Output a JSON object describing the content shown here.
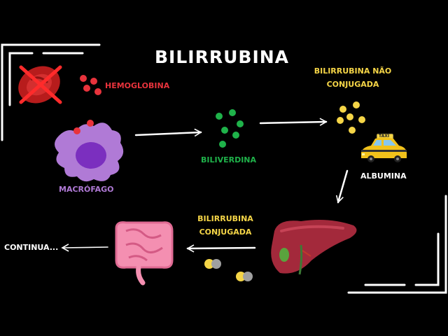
{
  "title": "BILIRRUBINA",
  "labels": {
    "hemoglobina": "HEMOGLOBINA",
    "macrofago": "MACRÓFAGO",
    "biliverdina": "BILIVERDINA",
    "bilirrubina_nao_conjugada_1": "BILIRRUBINA NÃO",
    "bilirrubina_nao_conjugada_2": "CONJUGADA",
    "albumina": "ALBUMINA",
    "bilirrubina_conjugada_1": "BILIRRUBINA",
    "bilirrubina_conjugada_2": "CONJUGADA",
    "continua": "CONTINUA...",
    "taxi_sign": "TAXI"
  },
  "colors": {
    "background": "#000000",
    "hemoglobina": "#e8333c",
    "macrofago": "#b07ad6",
    "biliverdina": "#1fb24a",
    "bilirrubina": "#f5d547",
    "white": "#ffffff"
  },
  "icons": [
    "red-blood-cell-crossed-icon",
    "macrophage-icon",
    "taxi-icon",
    "liver-icon",
    "intestine-icon"
  ]
}
